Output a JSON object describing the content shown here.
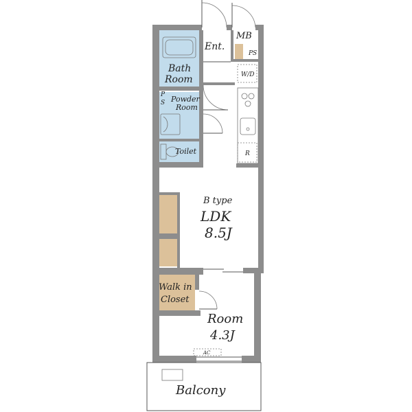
{
  "colors": {
    "wall": "#8d8d8d",
    "wet_area": "#c2dcec",
    "storage": "#dcc19a",
    "floor": "#ffffff"
  },
  "rooms": {
    "entrance": "Ent.",
    "meter_box": "MB",
    "pipe_space_top": "PS",
    "washer": "W/D",
    "bath_line1": "Bath",
    "bath_line2": "Room",
    "pipe_space_left_1": "P",
    "pipe_space_left_2": "S",
    "powder_line1": "Powder",
    "powder_line2": "Room",
    "toilet": "Toilet",
    "refrigerator": "R",
    "ldk_type": "B type",
    "ldk_name": "LDK",
    "ldk_size": "8.5J",
    "closet_line1": "Walk in",
    "closet_line2": "Closet",
    "room_name": "Room",
    "room_size": "4.3J",
    "air_conditioner": "AC",
    "balcony": "Balcony"
  }
}
